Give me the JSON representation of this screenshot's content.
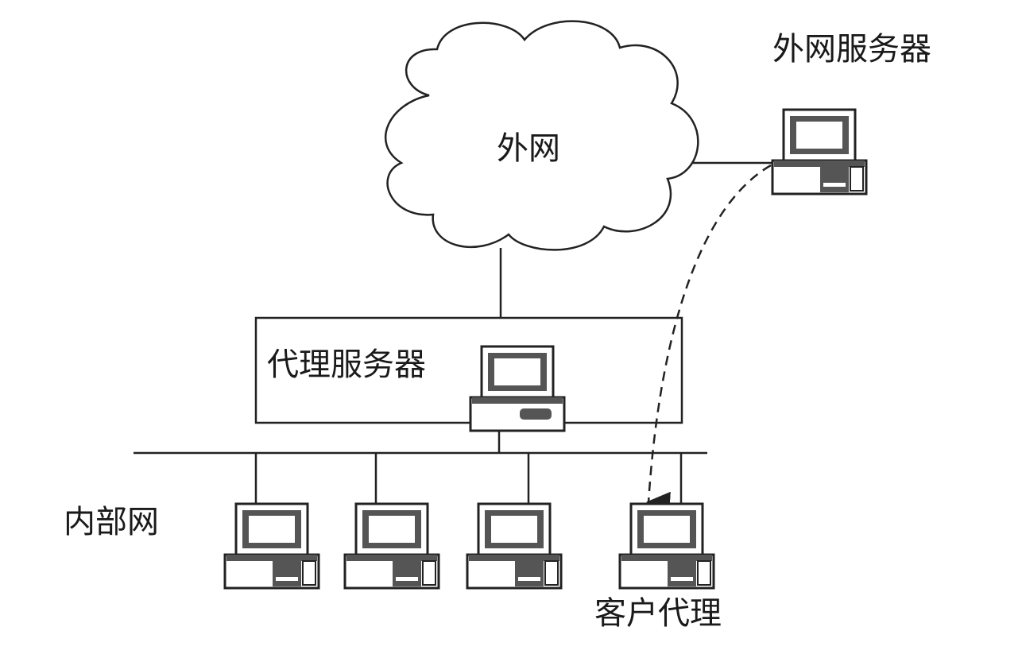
{
  "labels": {
    "internet": "外网",
    "internet_server": "外网服务器",
    "proxy_server": "代理服务器",
    "intranet": "内部网",
    "client_agent": "客户代理"
  },
  "colors": {
    "ink": "#222222",
    "fill_dark": "#555555",
    "background": "#ffffff"
  },
  "icons": [
    "cloud-icon",
    "computer-icon"
  ]
}
